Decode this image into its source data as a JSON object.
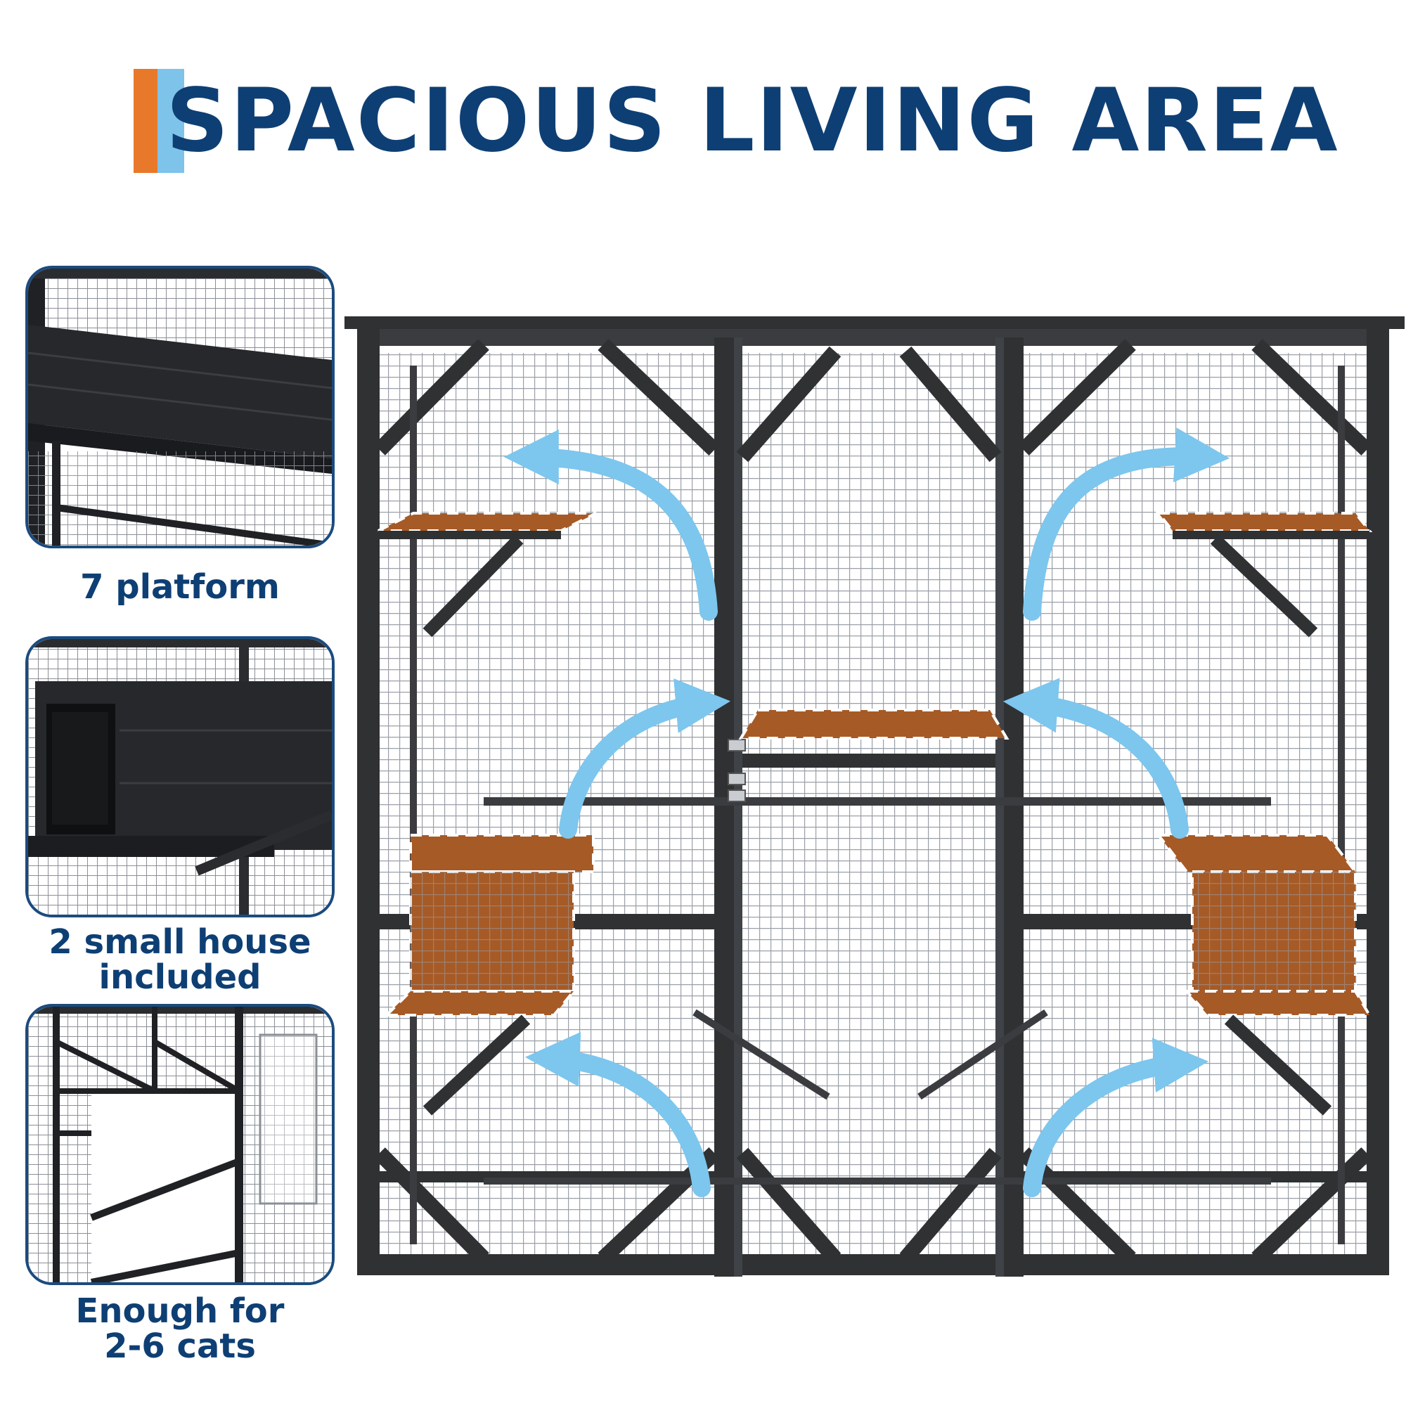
{
  "title": {
    "text": "SPACIOUS LIVING AREA",
    "accent_colors": [
      "#e8792a",
      "#7ec3ea"
    ],
    "text_color": "#0e3f74"
  },
  "features": [
    {
      "icon": "platform-closeup",
      "caption_lines": [
        "7 platform"
      ]
    },
    {
      "icon": "small-house-closeup",
      "caption_lines": [
        "2 small house",
        "included"
      ]
    },
    {
      "icon": "enclosure-interior-closeup",
      "caption_lines": [
        "Enough for",
        "2-6 cats"
      ]
    }
  ],
  "illustration": {
    "subject": "cat-enclosure",
    "frame_color": "#2f3133",
    "platform_color": "#a65a26",
    "arrow_color": "#7dc6ee"
  }
}
